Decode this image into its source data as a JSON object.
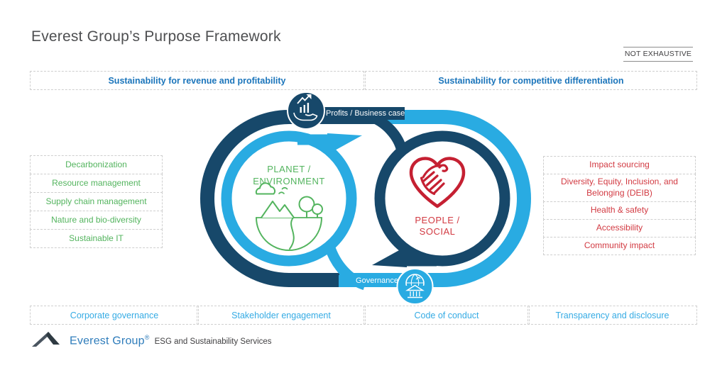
{
  "title": "Everest Group’s Purpose Framework",
  "note": "NOT EXHAUSTIVE",
  "top_headers": {
    "left": "Sustainability for revenue and profitability",
    "right": "Sustainability for competitive differentiation"
  },
  "left_list": {
    "items": [
      "Decarbonization",
      "Resource management",
      "Supply chain management",
      "Nature and bio-diversity",
      "Sustainable IT"
    ]
  },
  "right_list": {
    "items": [
      "Impact sourcing",
      "Diversity, Equity, Inclusion, and Belonging (DEIB)",
      "Health & safety",
      "Accessibility",
      "Community impact"
    ]
  },
  "bottom_row": {
    "items": [
      "Corporate governance",
      "Stakeholder engagement",
      "Code of conduct",
      "Transparency and disclosure"
    ]
  },
  "diagram": {
    "profits_label": "Profits / Business case",
    "governance_label": "Governance",
    "planet": {
      "line1": "PLANET /",
      "line2": "ENVIRONMENT"
    },
    "people": {
      "line1": "PEOPLE /",
      "line2": "SOCIAL"
    },
    "colors": {
      "navy": "#17486A",
      "light_blue": "#29ABE2",
      "green": "#53B45E",
      "red": "#C52032",
      "header_blue": "#1B75BB"
    }
  },
  "footer": {
    "brand": "Everest Group",
    "reg": "®",
    "tagline": "ESG and Sustainability Services"
  }
}
